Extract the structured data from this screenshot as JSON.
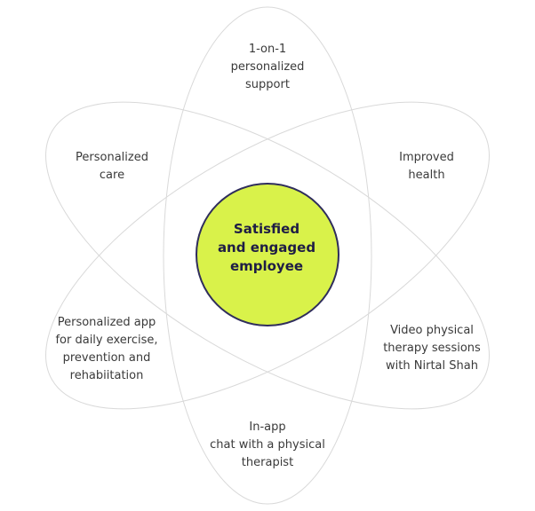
{
  "diagram": {
    "colors": {
      "outline": "#d9d9d9",
      "center_fill": "#d9f24a",
      "center_stroke": "#2f2d5c",
      "text": "#3a3a3a",
      "center_text": "#1f1d45"
    },
    "center_label": "Satisfied\nand engaged\nemployee",
    "petals": [
      {
        "id": "support",
        "label": "1-on-1\npersonalized\nsupport"
      },
      {
        "id": "care",
        "label": "Personalized\ncare"
      },
      {
        "id": "health",
        "label": "Improved\nhealth"
      },
      {
        "id": "app",
        "label": "Personalized app\nfor daily exercise,\nprevention and\nrehabiitation"
      },
      {
        "id": "video",
        "label": "Video physical\ntherapy sessions\nwith Nirtal Shah"
      },
      {
        "id": "chat",
        "label": "In-app\nchat with a physical\ntherapist"
      }
    ]
  }
}
